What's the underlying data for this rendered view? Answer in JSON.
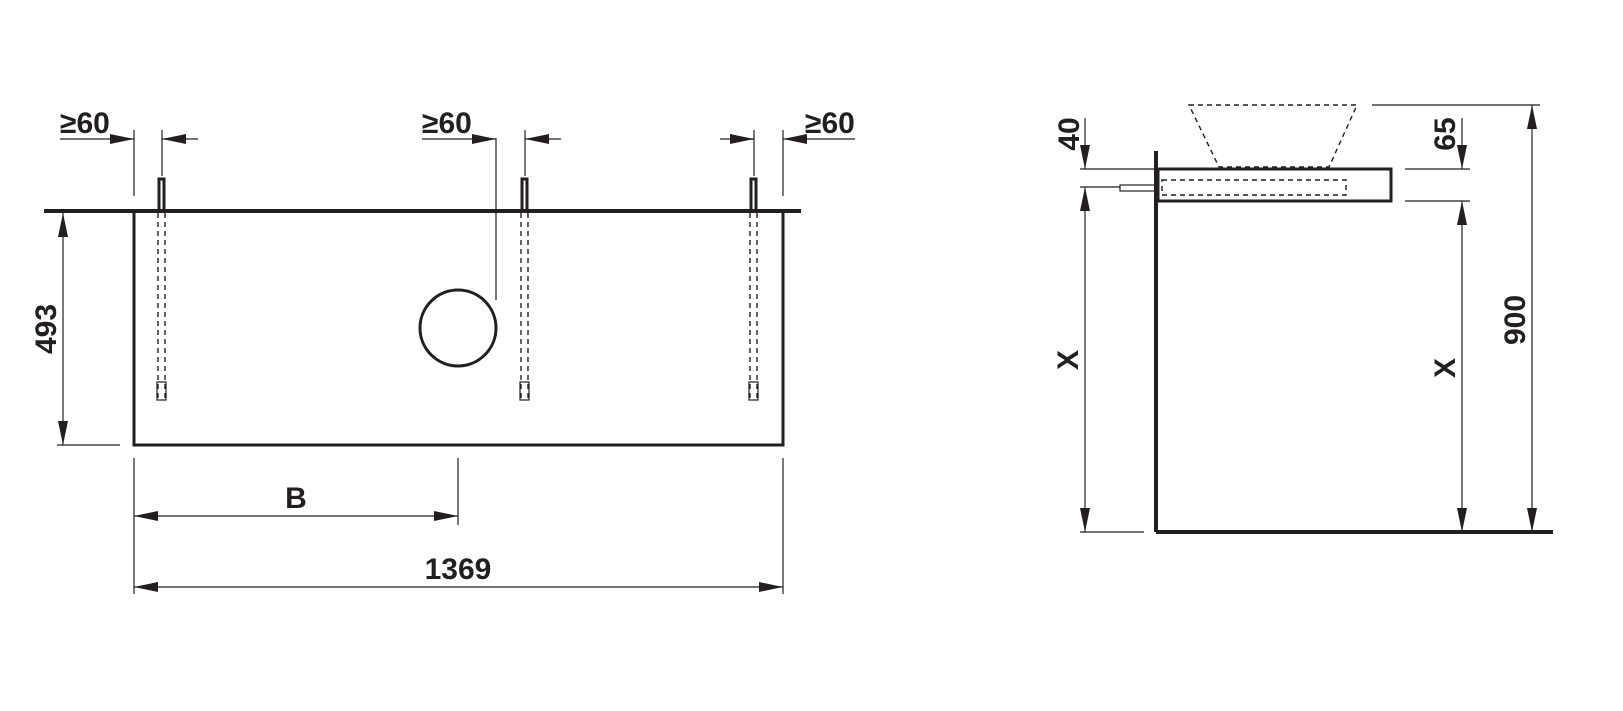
{
  "front_view": {
    "clearance_left": "≥60",
    "clearance_middle": "≥60",
    "clearance_right": "≥60",
    "height": "493",
    "offset": "B",
    "width": "1369"
  },
  "side_view": {
    "top_left": "40",
    "top_right": "65",
    "total_height": "900",
    "x_left": "X",
    "x_right": "X"
  },
  "colors": {
    "line": "#231f20",
    "background": "#ffffff"
  }
}
